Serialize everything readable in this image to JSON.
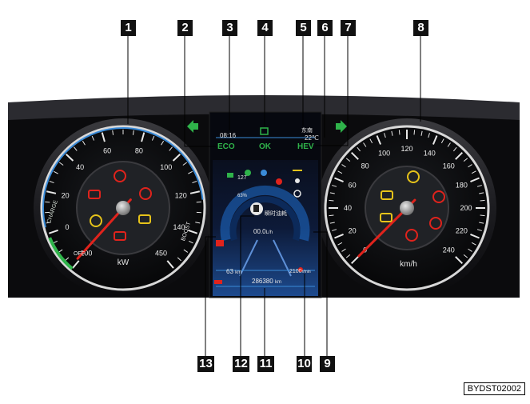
{
  "callouts": [
    "1",
    "2",
    "3",
    "4",
    "5",
    "6",
    "7",
    "8",
    "9",
    "10",
    "11",
    "12",
    "13"
  ],
  "left_gauge": {
    "unit": "kW",
    "scale": [
      "-100",
      "0",
      "20",
      "40",
      "60",
      "80",
      "100",
      "120",
      "140",
      "450"
    ],
    "charge_label": "CHARGE",
    "off_label": "OFF",
    "boost_label": "BOOST"
  },
  "right_gauge": {
    "unit": "km/h",
    "scale": [
      "0",
      "20",
      "40",
      "60",
      "80",
      "100",
      "120",
      "140",
      "160",
      "180",
      "200",
      "220",
      "240"
    ]
  },
  "center_display": {
    "time": "08:16",
    "eco": "ECO",
    "ok": "OK",
    "hev": "HEV",
    "direction": "东南",
    "temperature": "22℃",
    "battery_level": "63%",
    "fuel_title": "瞬时油耗",
    "fuel_value": "00.0",
    "fuel_unit": "L/h",
    "range": "63",
    "range_unit": "km",
    "rpm": "2100",
    "rpm_unit": "r/min",
    "odometer": "286380",
    "odometer_unit": "km",
    "value_127": "127"
  },
  "doc_code": "BYDST02002",
  "colors": {
    "blue": "#3a8bd8",
    "green": "#2fb34a",
    "red": "#e0231c",
    "yellow": "#e6c31a",
    "amber": "#f2a31d"
  }
}
